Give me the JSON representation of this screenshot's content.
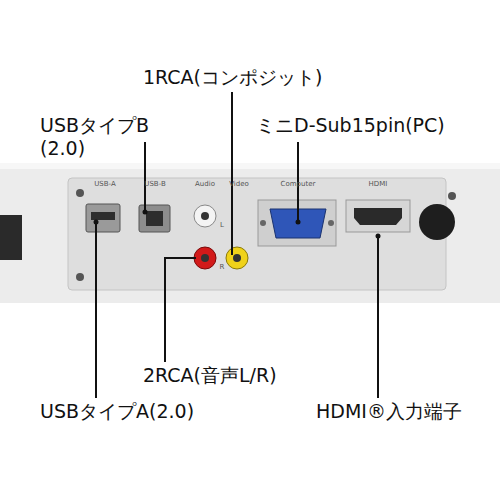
{
  "diagram": {
    "labels": [
      "1RCA(コンポジット)",
      "USBタイプB (2.0)",
      "ミニD-Sub15pin(PC)",
      "USB-A",
      "USB-B",
      "Audio",
      "Video",
      "Computer",
      "HDMI",
      "L",
      "R",
      "2RCA(音声L/R)",
      "USBタイプA(2.0)",
      "HDMI®入力端子"
    ]
  }
}
